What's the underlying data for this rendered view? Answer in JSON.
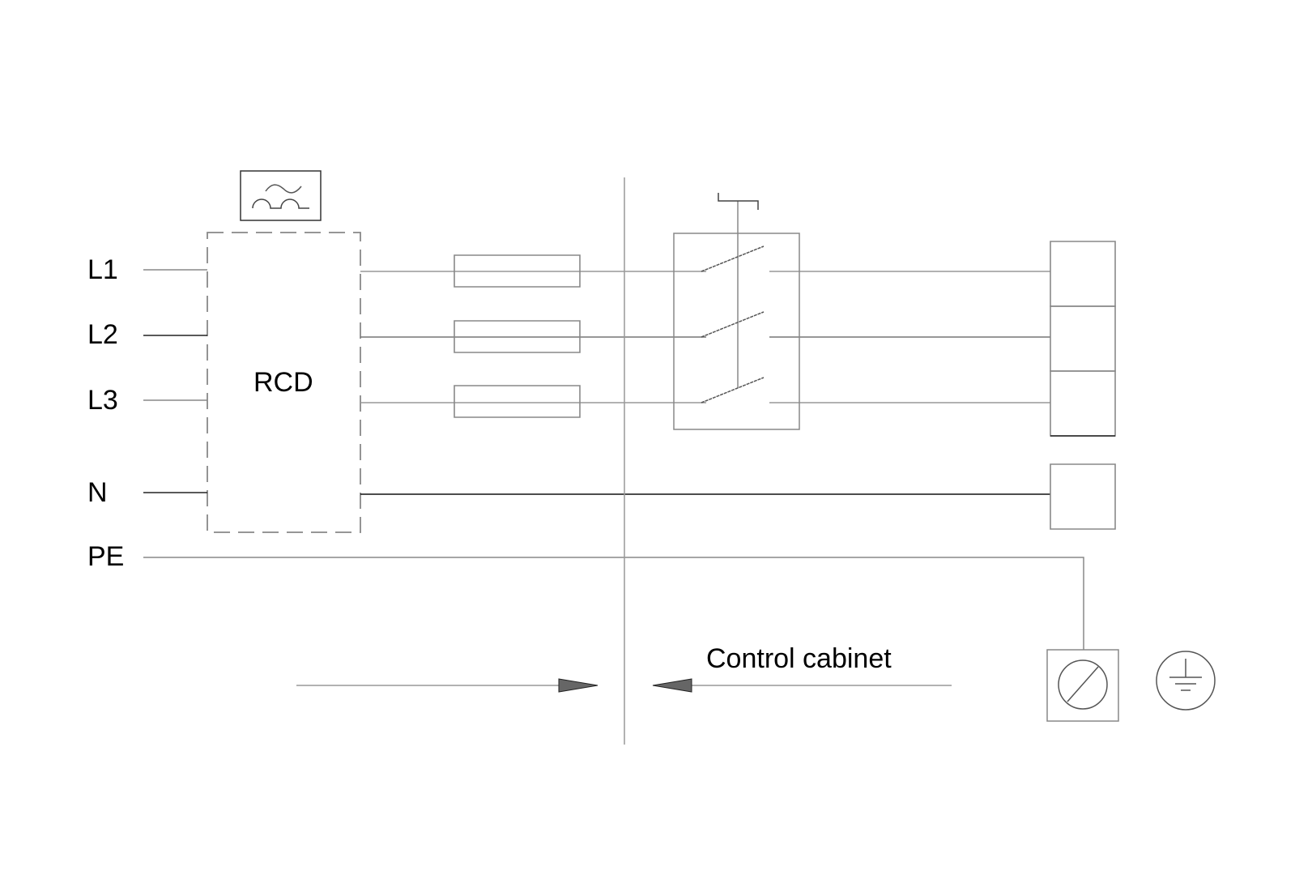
{
  "diagram": {
    "title": "Supply connection with RCD, fuses and main switch to control cabinet",
    "conductors": [
      {
        "id": "L1",
        "label": "L1"
      },
      {
        "id": "L2",
        "label": "L2"
      },
      {
        "id": "L3",
        "label": "L3"
      },
      {
        "id": "N",
        "label": "N"
      },
      {
        "id": "PE",
        "label": "PE"
      }
    ],
    "rcd": {
      "label": "RCD",
      "type_symbol": "AC/pulsating-DC sensitive (type A)"
    },
    "fuses": {
      "count": 3,
      "phases": [
        "L1",
        "L2",
        "L3"
      ]
    },
    "main_switch": {
      "poles": 3,
      "operation": "manual"
    },
    "terminals": {
      "phase_blocks": [
        "L1",
        "L2",
        "L3"
      ],
      "neutral_block": "N",
      "pe_terminal": "PE"
    },
    "earth_symbol": "protective-earth",
    "boundary": {
      "label": "Control cabinet",
      "arrow_left": "from-supply",
      "arrow_right": "to-cabinet"
    },
    "colors": {
      "line": "#888888",
      "dark_line": "#111111",
      "text": "#000000",
      "background": "#ffffff"
    }
  }
}
